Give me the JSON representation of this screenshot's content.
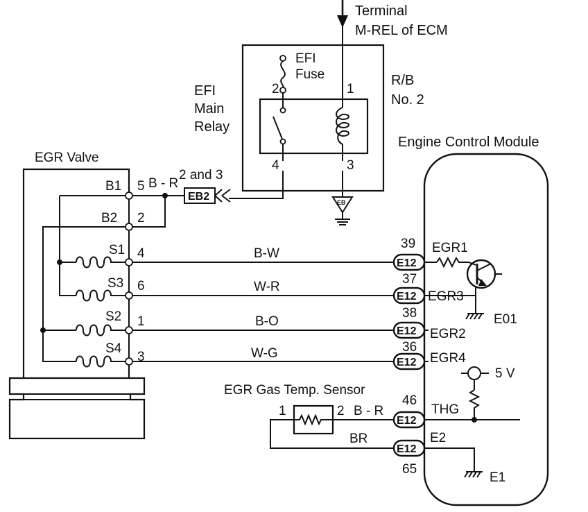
{
  "terminal": {
    "line1": "Terminal",
    "line2": "M-REL of ECM"
  },
  "relay_block": {
    "rb_line1": "R/B",
    "rb_line2": "No. 2",
    "relay_line1": "EFI",
    "relay_line2": "Main",
    "relay_line3": "Relay",
    "fuse_line1": "EFI",
    "fuse_line2": "Fuse",
    "pins": {
      "p1": "1",
      "p2": "2",
      "p3": "3",
      "p4": "4"
    },
    "ground_tag": "EB"
  },
  "egr_valve": {
    "title": "EGR Valve",
    "terminals": {
      "B1": "B1",
      "B2": "B2",
      "S1": "S1",
      "S3": "S3",
      "S2": "S2",
      "S4": "S4"
    },
    "pins": {
      "B1": "5",
      "B2": "2",
      "S1": "4",
      "S3": "6",
      "S2": "1",
      "S4": "3"
    }
  },
  "connector_eb2": {
    "label": "EB2",
    "pins": "2 and 3",
    "wire": "B - R"
  },
  "wires": {
    "s1": "B-W",
    "s3": "W-R",
    "s2": "B-O",
    "s4": "W-G",
    "thg": "B - R",
    "e2": "BR"
  },
  "ecm": {
    "title": "Engine Control Module",
    "connector": "E12",
    "pins": {
      "egr1": "39",
      "egr3": "37",
      "egr2": "38",
      "egr4": "36",
      "thg": "46",
      "e2": "65"
    },
    "signals": {
      "egr1": "EGR1",
      "egr3": "EGR3",
      "egr2": "EGR2",
      "egr4": "EGR4",
      "thg": "THG",
      "e2": "E2",
      "e01": "E01",
      "e1": "E1",
      "v5": "5 V"
    }
  },
  "sensor": {
    "title": "EGR Gas Temp. Sensor",
    "pin1": "1",
    "pin2": "2"
  }
}
